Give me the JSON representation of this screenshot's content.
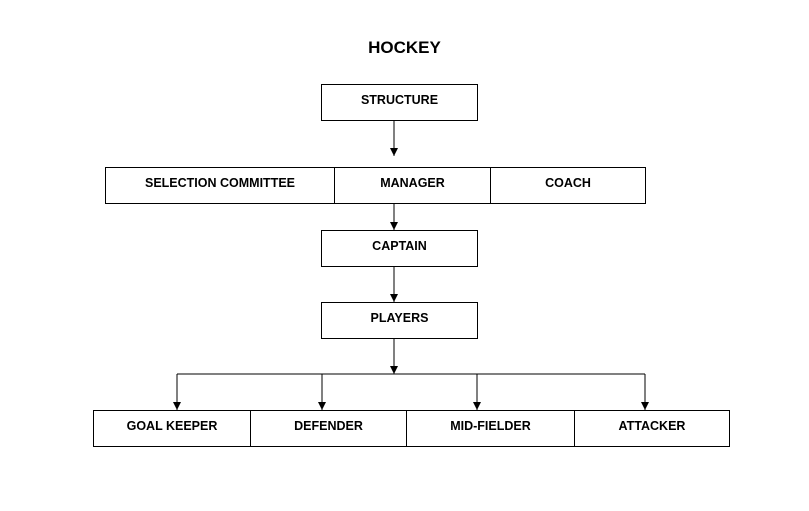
{
  "title": "HOCKEY",
  "structure": {
    "label": "STRUCTURE"
  },
  "management": {
    "items": [
      {
        "label": "SELECTION COMMITTEE"
      },
      {
        "label": "MANAGER"
      },
      {
        "label": "COACH"
      }
    ]
  },
  "captain": {
    "label": "CAPTAIN"
  },
  "players": {
    "label": "PLAYERS"
  },
  "positions": {
    "items": [
      {
        "label": "GOAL KEEPER"
      },
      {
        "label": "DEFENDER"
      },
      {
        "label": "MID-FIELDER"
      },
      {
        "label": "ATTACKER"
      }
    ]
  },
  "colors": {
    "line": "#000000",
    "background": "#ffffff"
  }
}
